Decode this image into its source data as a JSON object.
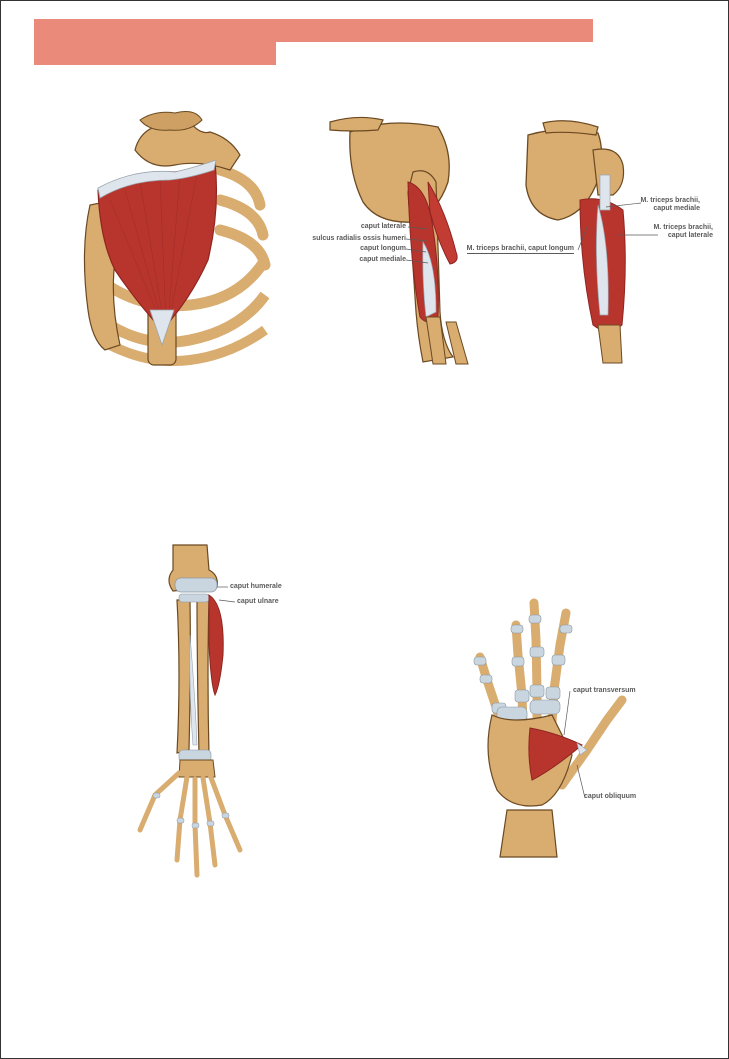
{
  "header": {
    "band_color": "#e98a7a"
  },
  "colors": {
    "bone": "#d9ac70",
    "bone_shade": "#b98a4e",
    "bone_outline": "#6b4a22",
    "muscle": "#b8352e",
    "muscle_dark": "#8f2520",
    "tendon": "#dfe5ec",
    "cartilage": "#c9d6e0"
  },
  "figures": {
    "upper_arm_lateral": {
      "labels": {
        "caput_laterale": "caput laterale",
        "sulcus": "sulcus radialis ossis humeri",
        "caput_longum": "caput longum",
        "caput_mediale": "caput mediale"
      }
    },
    "upper_arm_posterior": {
      "labels": {
        "mediale_1": "M. triceps brachii,",
        "mediale_2": "caput mediale",
        "laterale_1": "M. triceps brachii,",
        "laterale_2": "caput laterale",
        "longum": "M. triceps brachii, caput longum"
      }
    },
    "forearm": {
      "labels": {
        "humerale": "caput humerale",
        "ulnare": "caput ulnare"
      }
    },
    "hand": {
      "labels": {
        "transversum": "caput transversum",
        "obliquum": "caput obliquum"
      }
    }
  }
}
